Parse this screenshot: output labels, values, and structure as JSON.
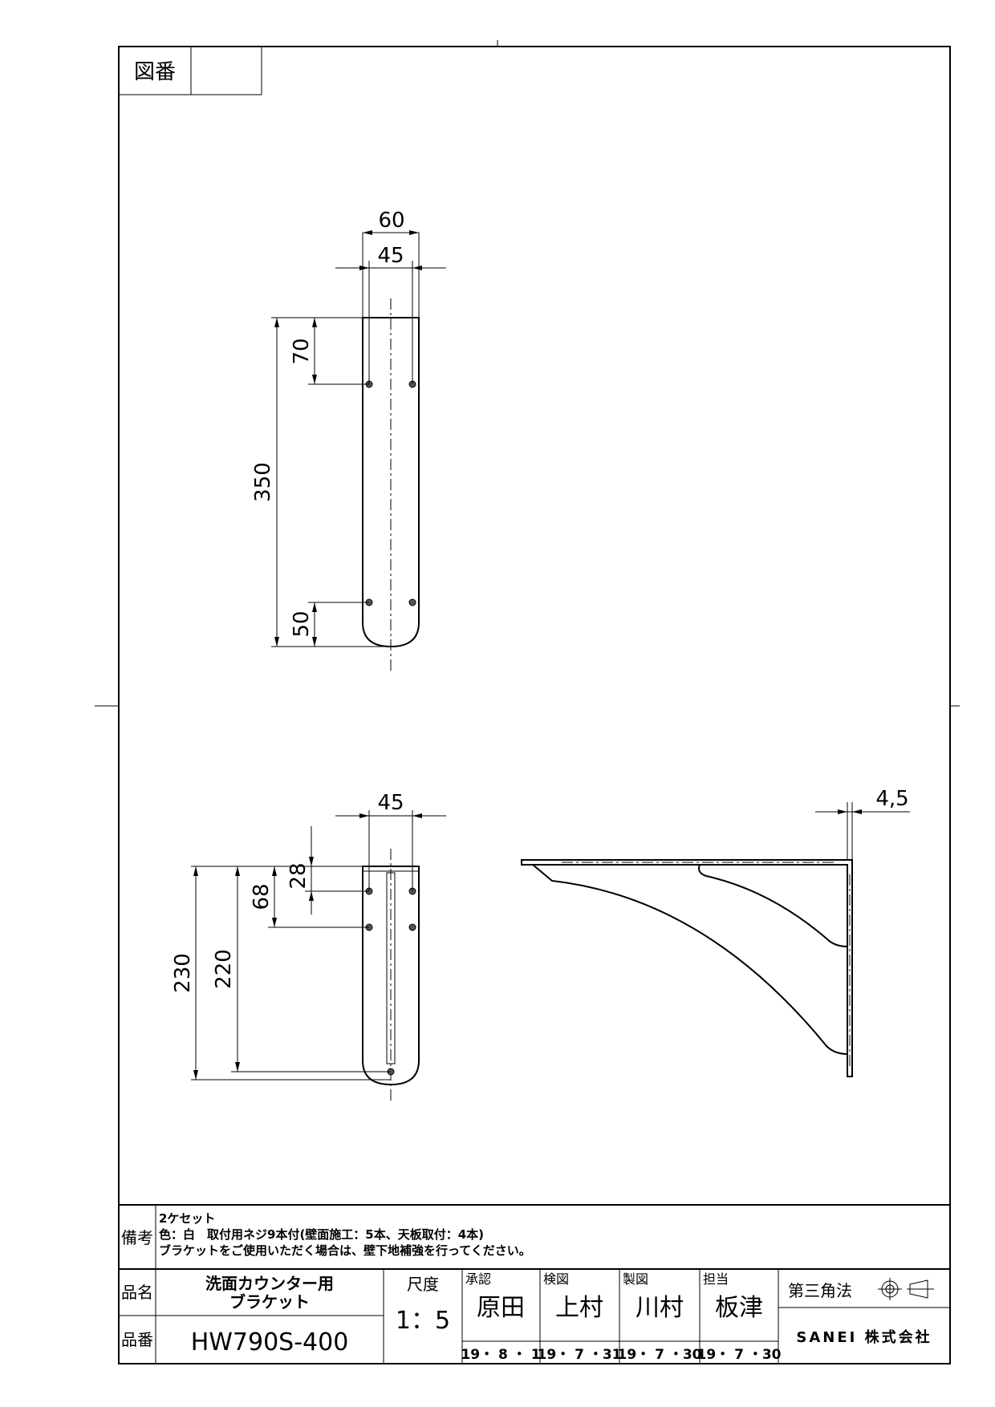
{
  "drawing_number": {
    "label": "図番",
    "value": ""
  },
  "top_view_dims": {
    "width_outer": "60",
    "hole_pitch": "45",
    "hole_from_top": "70",
    "length": "350",
    "hole_from_bottom": "50"
  },
  "front_view_dims": {
    "hole_pitch": "45",
    "first_hole": "28",
    "second_hole": "68",
    "slot_length": "220",
    "length": "230"
  },
  "side_view_dims": {
    "thickness": "4,5"
  },
  "notes": {
    "label": "備考",
    "lines": [
      "2ケセット",
      "色：白　取付用ネジ9本付(壁面施工：5本、天板取付：4本)",
      "ブラケットをご使用いただく場合は、壁下地補強を行ってください。"
    ]
  },
  "title_block": {
    "name_label": "品名",
    "name_line1": "洗面カウンター用",
    "name_line2": "ブラケット",
    "number_label": "品番",
    "number": "HW790S-400",
    "scale_label": "尺度",
    "scale": "1：5",
    "approvals": [
      {
        "role": "承認",
        "name": "原田",
        "date": "19・ 8 ・ 1"
      },
      {
        "role": "検図",
        "name": "上村",
        "date": "19・ 7 ・31"
      },
      {
        "role": "製図",
        "name": "川村",
        "date": "19・ 7 ・30"
      },
      {
        "role": "担当",
        "name": "板津",
        "date": "19・ 7 ・30"
      }
    ],
    "projection": "第三角法",
    "company": "SANEI 株式会社"
  }
}
